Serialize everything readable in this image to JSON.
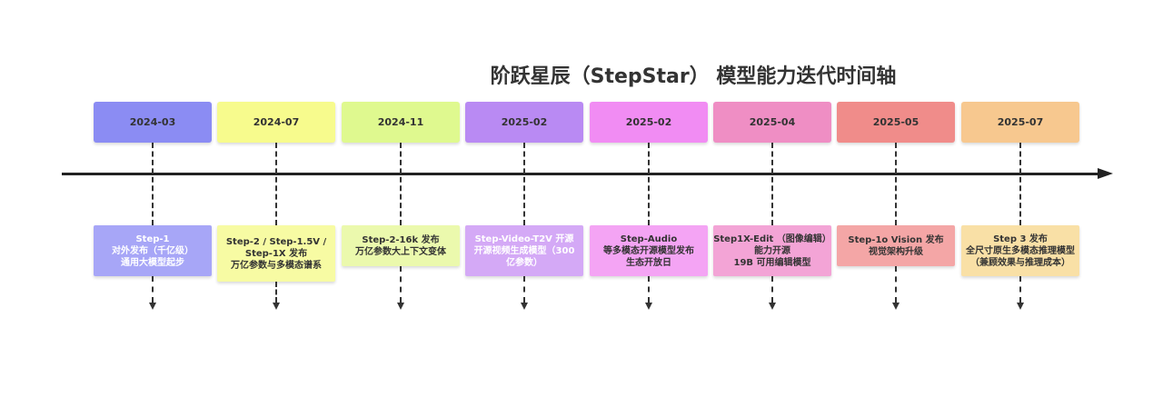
{
  "title": "阶跃星辰（StepStar） 模型能力迭代时间轴",
  "milestones": [
    {
      "date": "2024-03",
      "date_color": "#8b8cf3",
      "event_color": "#a7a6f7",
      "event_text": "light",
      "lines": [
        "Step-1",
        "对外发布（千亿级）",
        "通用大模型起步"
      ]
    },
    {
      "date": "2024-07",
      "date_color": "#f7fb8d",
      "event_color": "#f7fba3",
      "event_text": "dark",
      "lines": [
        "Step-2 / Step-1.5V /",
        "Step-1X 发布",
        "万亿参数与多模态谱系"
      ]
    },
    {
      "date": "2024-11",
      "date_color": "#dff98f",
      "event_color": "#ebf9ad",
      "event_text": "dark",
      "lines": [
        "Step-2-16k 发布",
        "万亿参数大上下文变体"
      ]
    },
    {
      "date": "2025-02",
      "date_color": "#b98af3",
      "event_color": "#d4a9f6",
      "event_text": "light",
      "lines": [
        "Step-Video-T2V 开源",
        "开源视频生成模型（300",
        "亿参数）"
      ]
    },
    {
      "date": "2025-02",
      "date_color": "#f18cf3",
      "event_color": "#f4a4f4",
      "event_text": "dark",
      "lines": [
        "Step-Audio",
        "等多模态开源模型发布",
        "生态开放日"
      ]
    },
    {
      "date": "2025-04",
      "date_color": "#ef8ec4",
      "event_color": "#f3a4d6",
      "event_text": "dark",
      "lines": [
        "Step1X-Edit （图像编辑）",
        "能力开源",
        "19B 可用编辑模型"
      ]
    },
    {
      "date": "2025-05",
      "date_color": "#f08c8a",
      "event_color": "#f4a6a6",
      "event_text": "dark",
      "lines": [
        "Step-1o Vision 发布",
        "视觉架构升级"
      ]
    },
    {
      "date": "2025-07",
      "date_color": "#f7c88f",
      "event_color": "#f9e0a6",
      "event_text": "dark",
      "lines": [
        "Step 3 发布",
        "全尺寸原生多模态推理模型",
        "（兼顾效果与推理成本）"
      ]
    }
  ]
}
